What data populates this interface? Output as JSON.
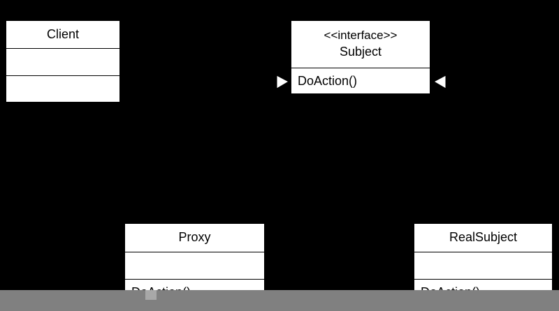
{
  "diagram": {
    "classes": {
      "client": {
        "name": "Client"
      },
      "subject": {
        "stereotype": "<<interface>>",
        "name": "Subject",
        "operation": "DoAction()"
      },
      "proxy": {
        "name": "Proxy",
        "operation": "DoAction()"
      },
      "real_subject": {
        "name": "RealSubject",
        "operation": "DoAction()"
      }
    }
  },
  "colors": {
    "background": "#000000",
    "box_fill": "#ffffff",
    "text": "#000000",
    "bottom_bar": "#808080"
  }
}
